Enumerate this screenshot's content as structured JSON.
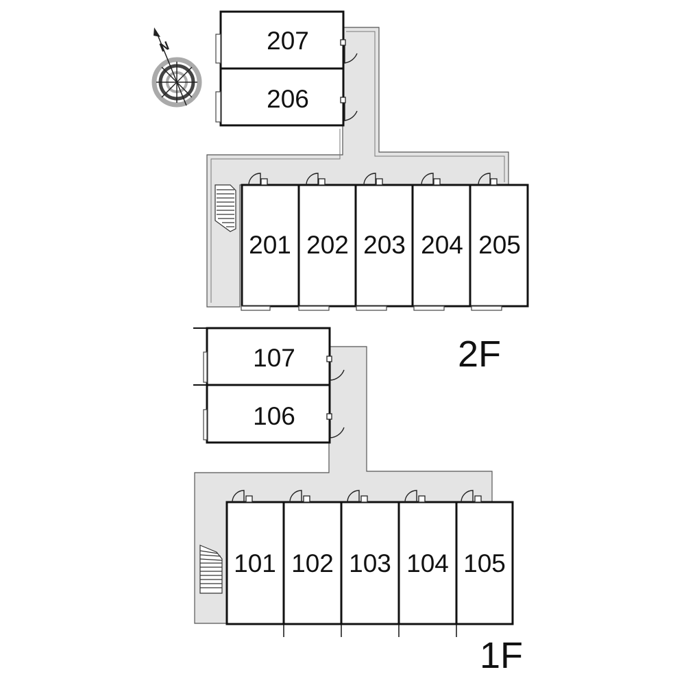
{
  "floors": [
    {
      "id": "2F",
      "label": "2F",
      "units": [
        {
          "id": "207",
          "label": "207"
        },
        {
          "id": "206",
          "label": "206"
        },
        {
          "id": "201",
          "label": "201"
        },
        {
          "id": "202",
          "label": "202"
        },
        {
          "id": "203",
          "label": "203"
        },
        {
          "id": "204",
          "label": "204"
        },
        {
          "id": "205",
          "label": "205"
        }
      ]
    },
    {
      "id": "1F",
      "label": "1F",
      "units": [
        {
          "id": "107",
          "label": "107"
        },
        {
          "id": "106",
          "label": "106"
        },
        {
          "id": "101",
          "label": "101"
        },
        {
          "id": "102",
          "label": "102"
        },
        {
          "id": "103",
          "label": "103"
        },
        {
          "id": "104",
          "label": "104"
        },
        {
          "id": "105",
          "label": "105"
        }
      ]
    }
  ],
  "compass": {
    "north_label": "N",
    "icon": "compass-icon"
  },
  "colors": {
    "corridor": "#e4e4e4",
    "wall": "#111111",
    "background": "#ffffff"
  }
}
